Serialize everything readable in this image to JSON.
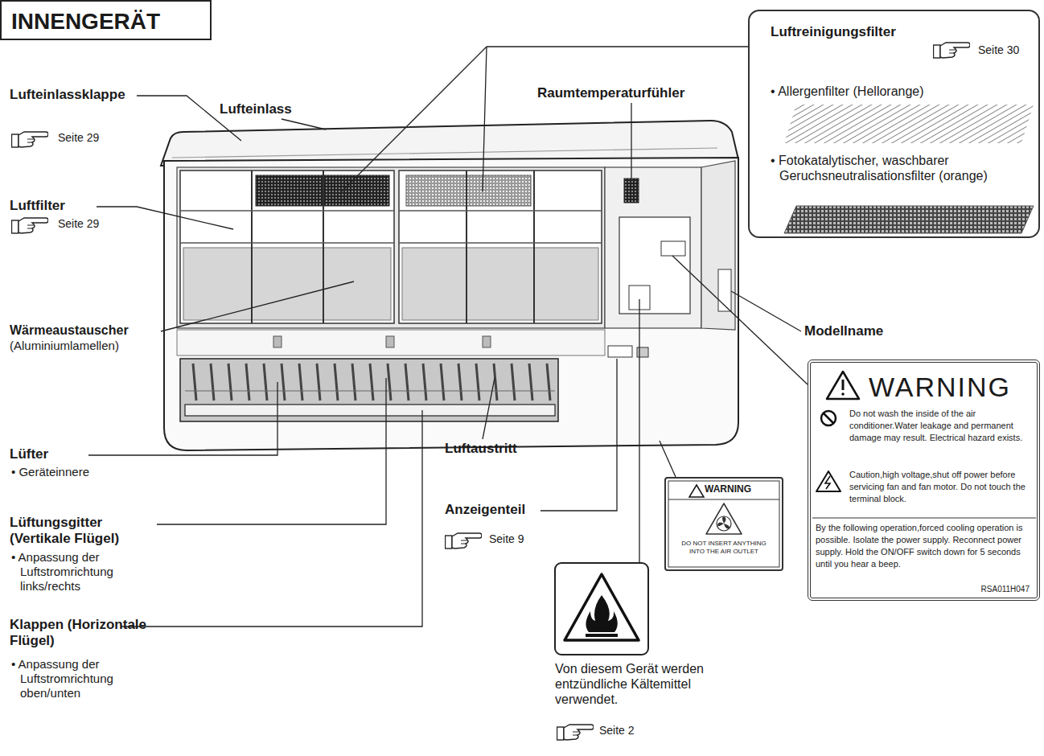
{
  "diagram": {
    "title": "INNENGERÄT",
    "nodes": [
      {
        "text": [
          "Luftreinigungsfilter",
          "Seite 30",
          "• Allergenfilter (Hellorange)",
          "• Fotokatalytischer, waschbarer Geruchsneutralisationsfilter (orange)"
        ]
      },
      {
        "text": [
          "WARNING",
          "Do not wash the inside of the air conditioner.Water leakage and permanent damage may result. Electrical hazard exists.",
          "Caution,high voltage,shut off power before servicing fan and fan motor. Do not touch the terminal block.",
          "By the following operation,forced cooling operation is possible. Isolate the power supply. Reconnect power supply. Hold the ON/OFF switch down for 5 seconds until you hear a beep.",
          "RSA011H047"
        ]
      },
      {
        "text": [
          "WARNING",
          "DO NOT INSERT ANYTHING INTO THE AIR OUTLET"
        ]
      }
    ],
    "labels": [
      "Lufteinlassklappe",
      "Seite 29",
      "Lufteinlass",
      "Raumtemperaturfühler",
      "Luftfilter",
      "Seite 29",
      "Modellname",
      "Wärmeaustauscher",
      "(Aluminiumlamellen)",
      "Luftaustritt",
      "Lüfter",
      "• Geräteinnere",
      "Anzeigenteil",
      "Seite 9",
      "Lüftungsgitter (Vertikale Flügel)",
      "• Anpassung der Luftstromrichtung links/rechts",
      "Klappen (Horizontale Flügel)",
      "• Anpassung der Luftstromrichtung oben/unten",
      "Von diesem Gerät werden entzündliche Kältemittel verwendet.",
      "Seite 2"
    ]
  }
}
